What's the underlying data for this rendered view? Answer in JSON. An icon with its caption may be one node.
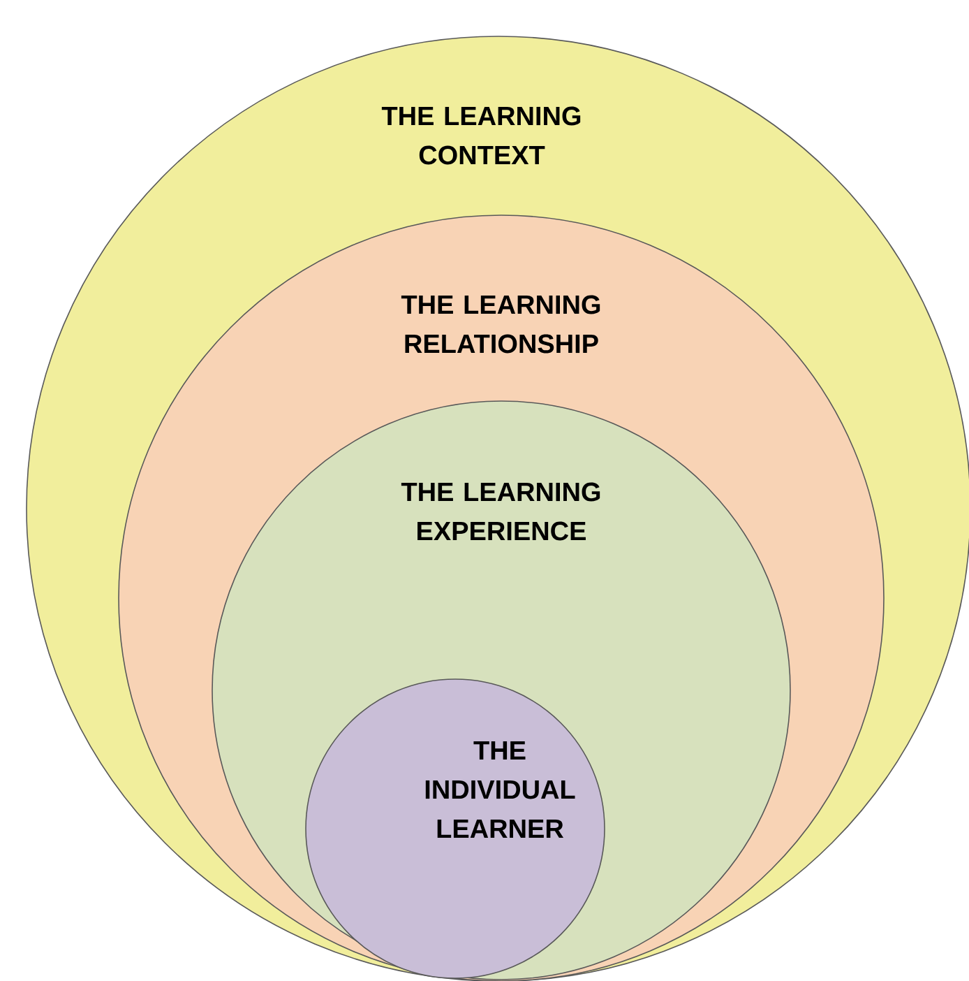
{
  "diagram": {
    "nodes": [
      {
        "text": [
          "THE LEARNING CONTEXT"
        ]
      },
      {
        "text": [
          "THE LEARNING RELATIONSHIP"
        ],
        "in": 0
      },
      {
        "text": [
          "THE LEARNING EXPERIENCE"
        ],
        "in": 1
      },
      {
        "text": [
          "THE INDIVIDUAL LEARNER"
        ],
        "in": 2
      }
    ]
  }
}
